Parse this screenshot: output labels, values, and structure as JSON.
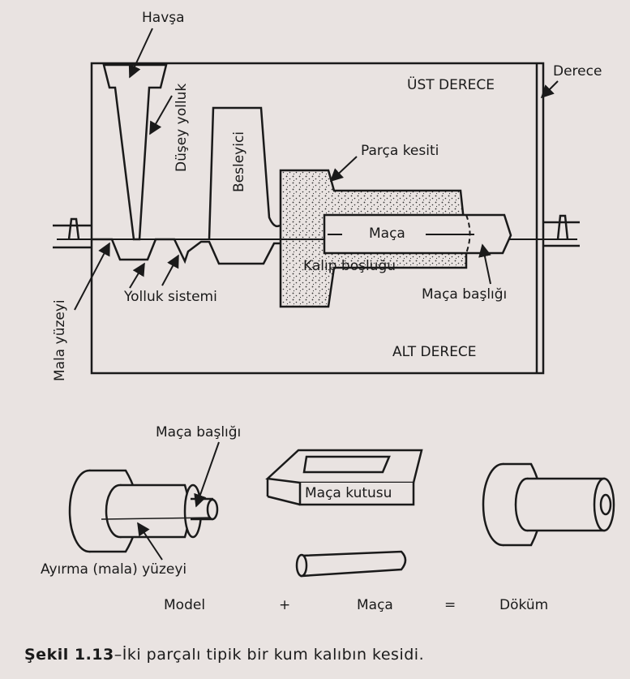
{
  "labels": {
    "havsa": "Havşa",
    "derece": "Derece",
    "ust_derece": "ÜST DERECE",
    "dusey_yolluk": "Düşey yolluk",
    "besleyici": "Besleyici",
    "parca_kesiti": "Parça kesiti",
    "maca": "Maça",
    "kalip_boslugu": "Kalıp boşluğu",
    "yolluk_sistemi": "Yolluk sistemi",
    "maca_basligi": "Maça başlığı",
    "mala_yuzeyi": "Mala yüzeyi",
    "alt_derece": "ALT DERECE",
    "maca_basligi_2": "Maça başlığı",
    "maca_kutusu": "Maça kutusu",
    "ayirma_yuzeyi": "Ayırma (mala) yüzeyi",
    "model": "Model",
    "plus": "+",
    "maca_2": "Maça",
    "equals": "=",
    "dokum": "Döküm"
  },
  "caption": {
    "prefix": "Şekil 1.13",
    "text": "–İki parçalı tipik bir kum kalıbın kesidi."
  },
  "colors": {
    "ink": "#1a1a1a",
    "paper": "#e9e3e1"
  }
}
